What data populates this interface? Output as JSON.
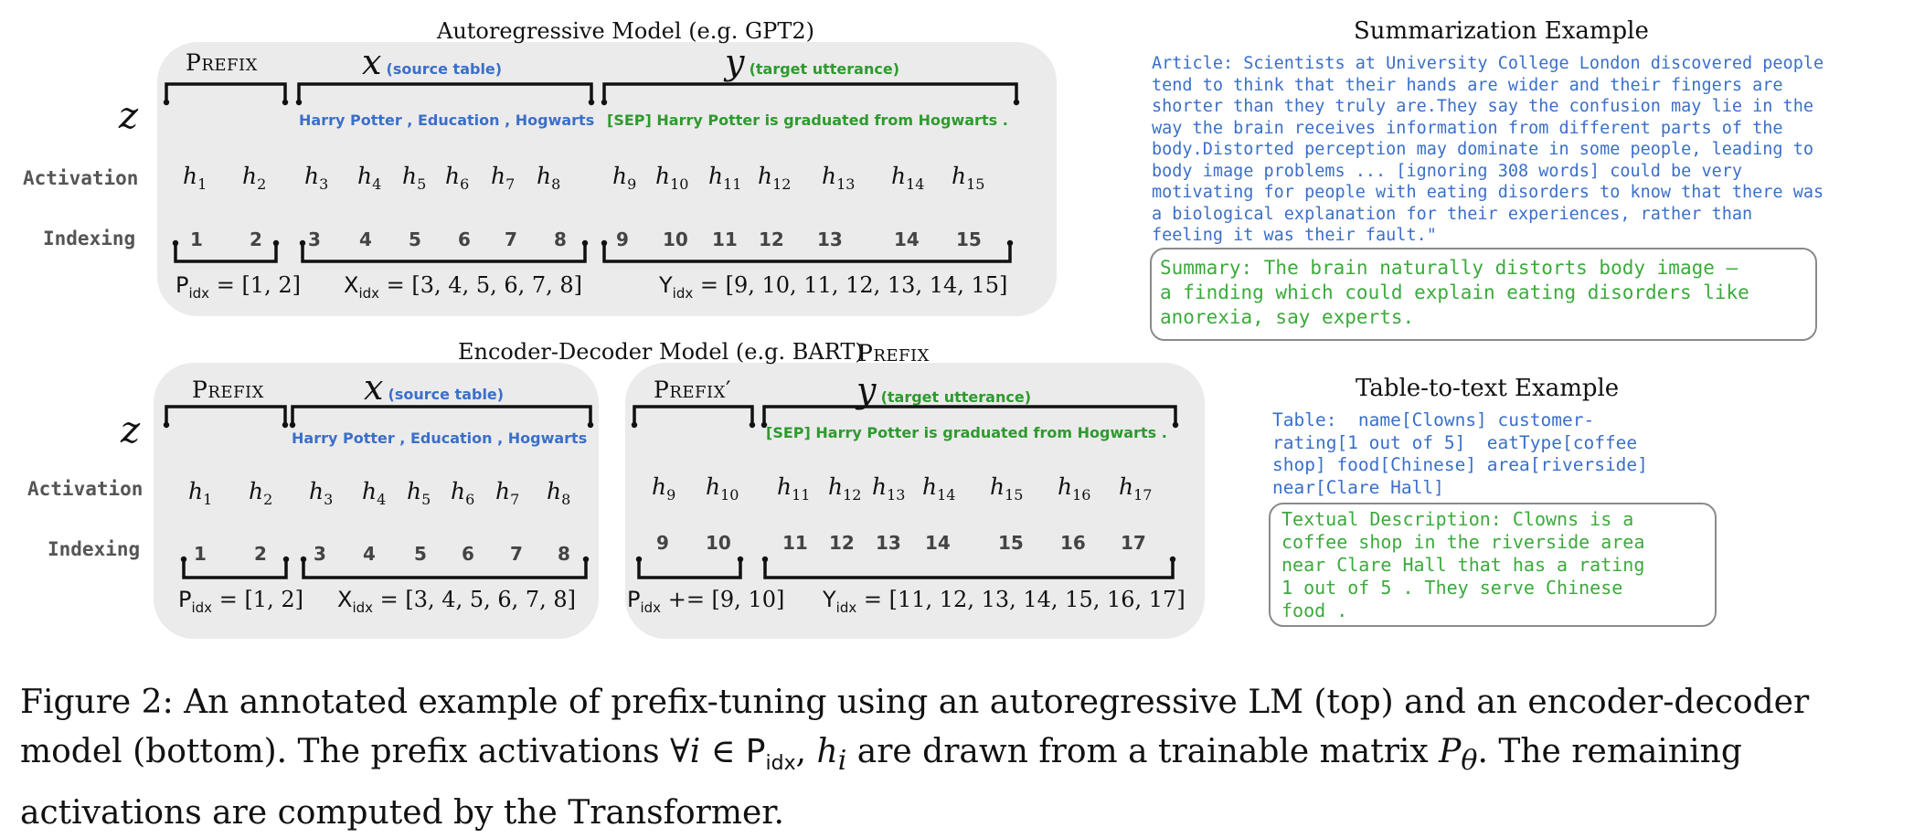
{
  "top": {
    "title": "Autoregressive  Model  (e.g. GPT2)",
    "prefix": "Prefix",
    "x_var": "x",
    "x_note": "(source table)",
    "y_var": "y",
    "y_note": "(target utterance)",
    "z": "z",
    "source_tokens": "Harry  Potter , Education ,  Hogwarts",
    "target_tokens": "[SEP]  Harry Potter  is  graduated  from  Hogwarts .",
    "activation_label": "Activation",
    "indexing_label": "Indexing",
    "activations": [
      "1",
      "2",
      "3",
      "4",
      "5",
      "6",
      "7",
      "8",
      "9",
      "10",
      "11",
      "12",
      "13",
      "14",
      "15"
    ],
    "indices": [
      "1",
      "2",
      "3",
      "4",
      "5",
      "6",
      "7",
      "8",
      "9",
      "10",
      "11",
      "12",
      "13",
      "14",
      "15"
    ],
    "p_idx": "= [1, 2]",
    "x_idx": "= [3, 4, 5, 6, 7, 8]",
    "y_idx": "= [9, 10, 11, 12, 13, 14, 15]"
  },
  "bottom": {
    "title": "Encoder-Decoder Model  (e.g. BART)",
    "prefix_heading": "Prefix",
    "prefix": "Prefix",
    "prefix2": "Prefix′",
    "x_var": "x",
    "x_note": "(source table)",
    "y_var": "y",
    "y_note": "(target utterance)",
    "z": "z",
    "source_tokens": "Harry  Potter , Education ,  Hogwarts",
    "target_tokens": "[SEP]  Harry Potter  is  graduated  from  Hogwarts .",
    "activation_label": "Activation",
    "indexing_label": "Indexing",
    "enc_activations": [
      "1",
      "2",
      "3",
      "4",
      "5",
      "6",
      "7",
      "8"
    ],
    "enc_indices": [
      "1",
      "2",
      "3",
      "4",
      "5",
      "6",
      "7",
      "8"
    ],
    "dec_activations": [
      "9",
      "10",
      "11",
      "12",
      "13",
      "14",
      "15",
      "16",
      "17"
    ],
    "dec_indices": [
      "9",
      "10",
      "11",
      "12",
      "13",
      "14",
      "15",
      "16",
      "17"
    ],
    "p_idx": "= [1, 2]",
    "x_idx": "= [3, 4, 5, 6, 7, 8]",
    "p_idx2": "+= [9, 10]",
    "y_idx": "= [11, 12, 13, 14, 15, 16, 17]"
  },
  "summarization": {
    "heading": "Summarization Example",
    "article": "Article: Scientists at University College London discovered people\ntend to think that their hands are wider and their fingers are\nshorter than they truly are.They say the confusion may lie in the\nway the brain receives information from different parts of the\nbody.Distorted perception may dominate in some people, leading to\nbody image problems ... [ignoring 308 words] could be very\nmotivating for people with eating disorders to know that there was\na biological explanation for their experiences, rather than\nfeeling it was their fault.\"",
    "summary": "Summary: The brain naturally distorts body image –\na finding which could explain eating disorders like\nanorexia, say experts."
  },
  "table2text": {
    "heading": "Table-to-text Example",
    "table": "Table:  name[Clowns] customer-\nrating[1 out of 5]  eatType[coffee\nshop] food[Chinese] area[riverside]\nnear[Clare Hall]",
    "description": "Textual Description: Clowns is a\ncoffee shop in the riverside area\nnear Clare Hall that has a rating\n1 out of 5 . They serve Chinese\nfood ."
  },
  "caption": {
    "text": "Figure 2:  An annotated example of prefix-tuning using an autoregressive LM (top) and an encoder-decoder model (bottom). The prefix activations ∀i ∈ P_idx, h_i are drawn from a trainable matrix P_θ. The remaining activations are computed by the Transformer."
  },
  "symbols": {
    "h": "h",
    "P": "P",
    "X": "X",
    "Y": "Y",
    "idx": "idx",
    "forall": "∀",
    "elem": "∈",
    "i": "i",
    "theta": "θ",
    "cap_before": "Figure 2:  An annotated example of prefix-tuning using an autoregressive LM (top) and an encoder-decoder model (bottom). The prefix activations ",
    "cap_mid1": " are drawn from a trainable matrix ",
    "cap_after": ". The remaining activations are computed by the Transformer."
  }
}
